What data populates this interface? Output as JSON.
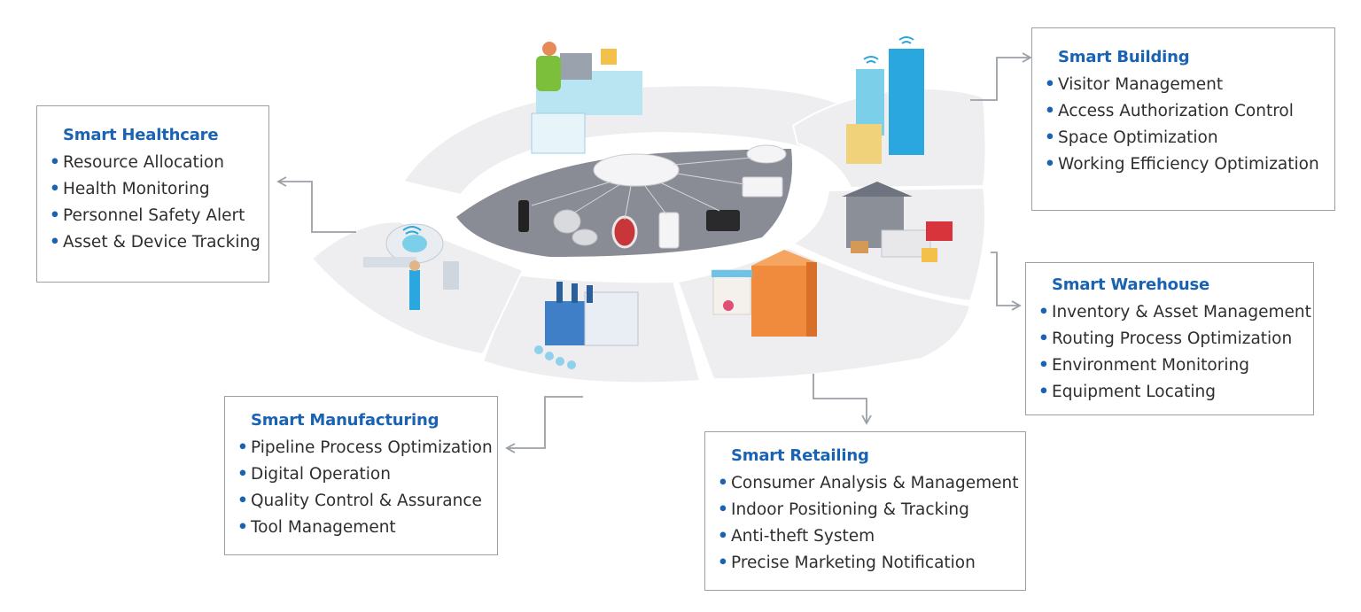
{
  "colors": {
    "accent": "#1a63b3",
    "text": "#2e2e2e",
    "hub_dark": "#8a8c95",
    "ring_light": "#eeeef0",
    "arrow": "#9aa0a6",
    "box_border": "#9aa0a6"
  },
  "hub": {
    "icons": [
      "gateway-icon",
      "sensor-beacon-icon",
      "wristband-icon",
      "beacon-puck-icon",
      "alarm-button-icon",
      "card-beacon-icon",
      "tag-icon",
      "signal-node-icon"
    ]
  },
  "sectors": [
    {
      "id": "building",
      "icon": "office-buildings-icon"
    },
    {
      "id": "warehouse",
      "icon": "warehouse-trucks-icon"
    },
    {
      "id": "retailing",
      "icon": "storefront-icon"
    },
    {
      "id": "manufacturing",
      "icon": "factory-icon"
    },
    {
      "id": "healthcare",
      "icon": "mri-scanner-icon"
    },
    {
      "id": "office",
      "icon": "reception-desk-icon"
    }
  ],
  "boxes": {
    "healthcare": {
      "title": "Smart Healthcare",
      "items": [
        "Resource Allocation",
        "Health Monitoring",
        "Personnel Safety Alert",
        "Asset & Device Tracking"
      ]
    },
    "building": {
      "title": "Smart Building",
      "items": [
        "Visitor Management",
        "Access Authorization Control",
        "Space Optimization",
        "Working Efficiency Optimization"
      ]
    },
    "warehouse": {
      "title": "Smart Warehouse",
      "items": [
        "Inventory & Asset Management",
        "Routing Process Optimization",
        "Environment Monitoring",
        "Equipment Locating"
      ]
    },
    "manufacturing": {
      "title": "Smart Manufacturing",
      "items": [
        "Pipeline Process Optimization",
        "Digital Operation",
        "Quality Control & Assurance",
        "Tool Management"
      ]
    },
    "retailing": {
      "title": "Smart Retailing",
      "items": [
        "Consumer Analysis & Management",
        "Indoor Positioning & Tracking",
        "Anti-theft System",
        "Precise Marketing Notification"
      ]
    }
  }
}
